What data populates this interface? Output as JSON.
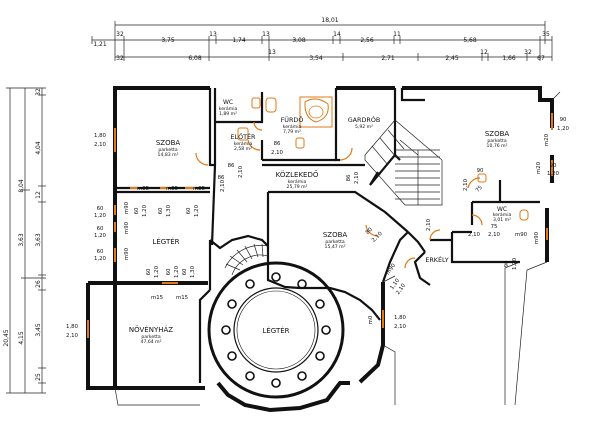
{
  "dimensions": {
    "overall": "18,01",
    "top_row1": [
      "1,21",
      "32",
      "3,75",
      "13",
      "1,74",
      "13",
      "3,08",
      "14",
      "2,56",
      "11",
      "5,68",
      "35"
    ],
    "top_row2": [
      "32",
      "6,08",
      "13",
      "3,54",
      "2,71",
      "2,45",
      "12",
      "1,66",
      "32",
      "67"
    ],
    "left_outer": "20,45",
    "left_mid": [
      "8,04",
      "3,63",
      "4,15"
    ],
    "left_inner": [
      "32",
      "4,04",
      "12",
      "3,63",
      "26",
      "3,45",
      "25"
    ]
  },
  "rooms": {
    "szoba1": {
      "name": "SZOBA",
      "floor": "parketta",
      "area": "14,83 m²"
    },
    "wc1": {
      "name": "WC",
      "floor": "kerámia",
      "area": "1,89 m²"
    },
    "furdo": {
      "name": "FÜRDŐ",
      "floor": "kerámia",
      "area": "7,79 m²"
    },
    "gardrob": {
      "name": "GARDRÓB",
      "floor": "",
      "area": "5,92 m²"
    },
    "szoba2": {
      "name": "SZOBA",
      "floor": "parketta",
      "area": "10,76 m²"
    },
    "eloter": {
      "name": "ELŐTÉR",
      "floor": "kerámia",
      "area": "2,58 m²"
    },
    "kozlekedo": {
      "name": "KÖZLEKEDŐ",
      "floor": "kerámia",
      "area": "25,79 m²"
    },
    "wc2": {
      "name": "WC",
      "floor": "kerámia",
      "area": "3,01 m²"
    },
    "szoba3": {
      "name": "SZOBA",
      "floor": "parketta",
      "area": "15,47 m²"
    },
    "legter1": {
      "name": "LÉGTÉR"
    },
    "erkely": {
      "name": "ERKÉLY"
    },
    "novenyhaz": {
      "name": "NÖVÉNYHÁZ",
      "floor": "parketta",
      "area": "47,64 m²"
    },
    "legter2": {
      "name": "LÉGTÉR"
    }
  },
  "openings": {
    "d1": "1,80",
    "d1b": "2,10",
    "d2": "60",
    "d2b": "1,20",
    "d3": "60",
    "d3b": "1,20",
    "d4": "60",
    "d4b": "1,20",
    "d5": "1,80",
    "d5b": "2,10",
    "d6": "90",
    "d6b": "1,20",
    "d7": "90",
    "d7b": "1,20",
    "d8": "m0",
    "d8b": "1,80",
    "d8c": "2,10",
    "d9": "86",
    "d9b": "2,10",
    "d10": "86",
    "d10b": "2,10",
    "d11": "86",
    "d11b": "2,10",
    "d12": "90",
    "d12b": "2,10",
    "d13": "80",
    "d13b": "2,10",
    "d14": "75",
    "d14b": "2,10",
    "d15": "2,10",
    "d15b": "m90",
    "d16": "90",
    "d16b": "1,20",
    "d17": "1,10",
    "d17b": "m90",
    "d17c": "2,10",
    "d18": "75",
    "d18b": "2,10",
    "d19": "m20",
    "d20": "m20",
    "d21": "m90",
    "d22": "m85",
    "d23": "m85",
    "d24": "m85",
    "d25": "m15",
    "d26": "m15",
    "d27": "60",
    "d27b": "1,20",
    "d28": "60",
    "d28b": "1,30",
    "d29": "60",
    "d29b": "1,20",
    "d30": "60",
    "d30b": "1,20",
    "d31": "60",
    "d31b": "1,20",
    "d32": "60",
    "d32b": "1,30",
    "d33": "m90",
    "d34": "m90",
    "d35": "86",
    "d35b": "2,10",
    "d36": "m90"
  }
}
